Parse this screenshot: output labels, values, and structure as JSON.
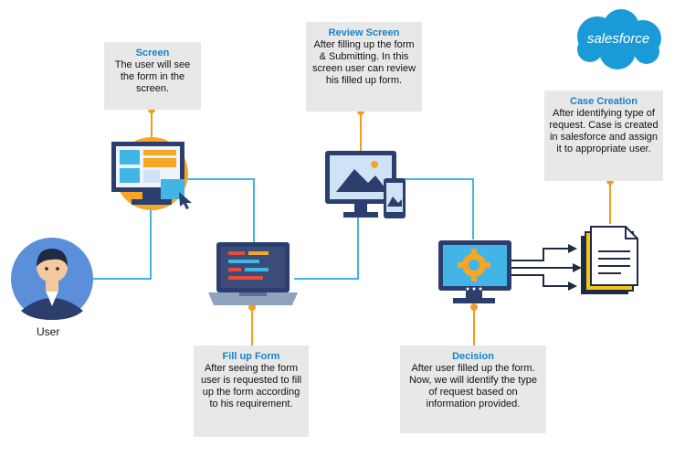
{
  "logo_text": "salesforce",
  "user_label": "User",
  "boxes": {
    "screen": {
      "title": "Screen",
      "text": "The user will see the form in the screen."
    },
    "review": {
      "title": "Review Screen",
      "text": "After filling up the form & Submitting. In this screen user can review his filled up form."
    },
    "case": {
      "title": "Case Creation",
      "text": "After identifying type of request. Case is created in salesforce and assign it to appropriate user."
    },
    "fill": {
      "title": "Fill up Form",
      "text": "After seeing the form user is requested to fill up the form according to his requirement."
    },
    "decision": {
      "title": "Decision",
      "text": "After user filled up the form. Now, we will identify the type of request based on information provided."
    }
  },
  "colors": {
    "accent": "#1a82c4",
    "connector": "#42b4e6",
    "pin": "#f39c1f",
    "box_bg": "#e8e8e8"
  }
}
